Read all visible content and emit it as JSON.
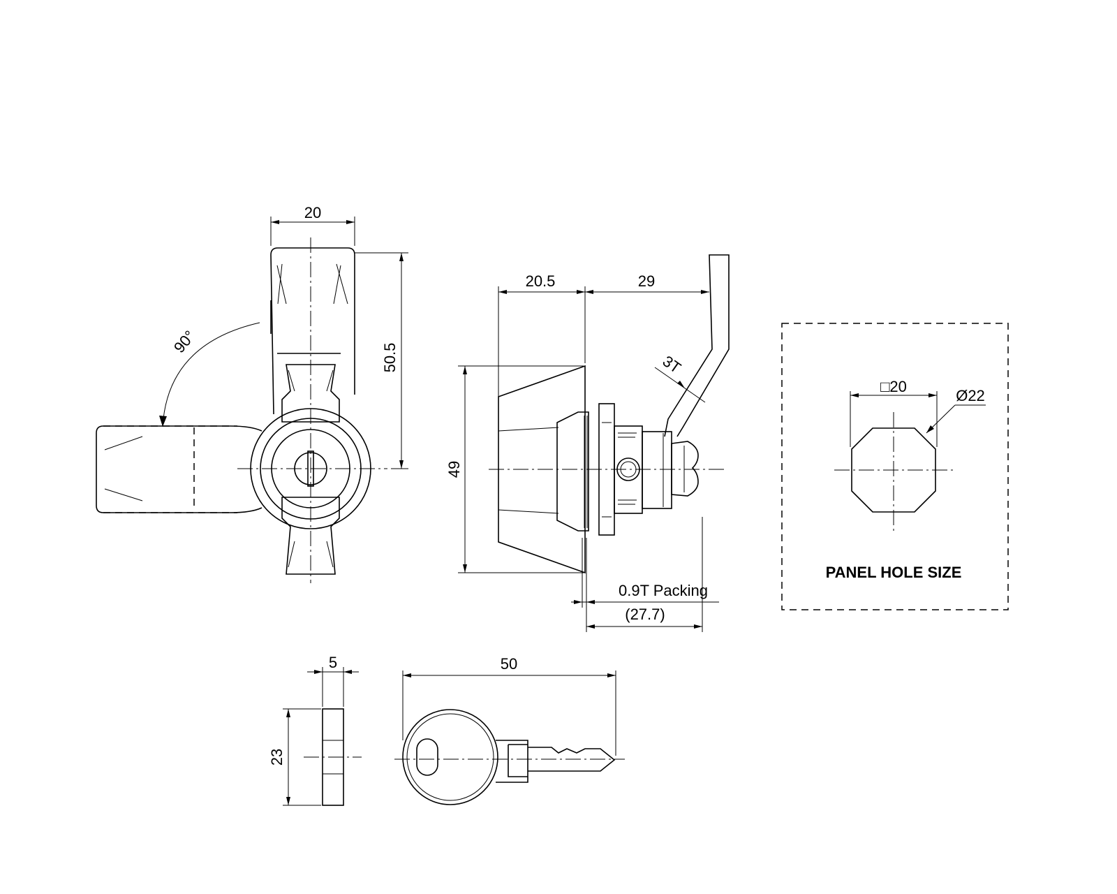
{
  "drawing": {
    "dimensions": {
      "front_width": "20",
      "front_height": "50.5",
      "rotation": "90°",
      "side_body_length": "20.5",
      "side_shaft_length": "29",
      "side_height": "49",
      "lever_thickness": "3T",
      "packing_note": "0.9T Packing",
      "reference_length": "(27.7)",
      "key_thickness": "5",
      "key_length": "50",
      "key_height": "23"
    },
    "panel_hole": {
      "label": "PANEL HOLE SIZE",
      "square": "□20",
      "diameter": "Ø22"
    }
  }
}
